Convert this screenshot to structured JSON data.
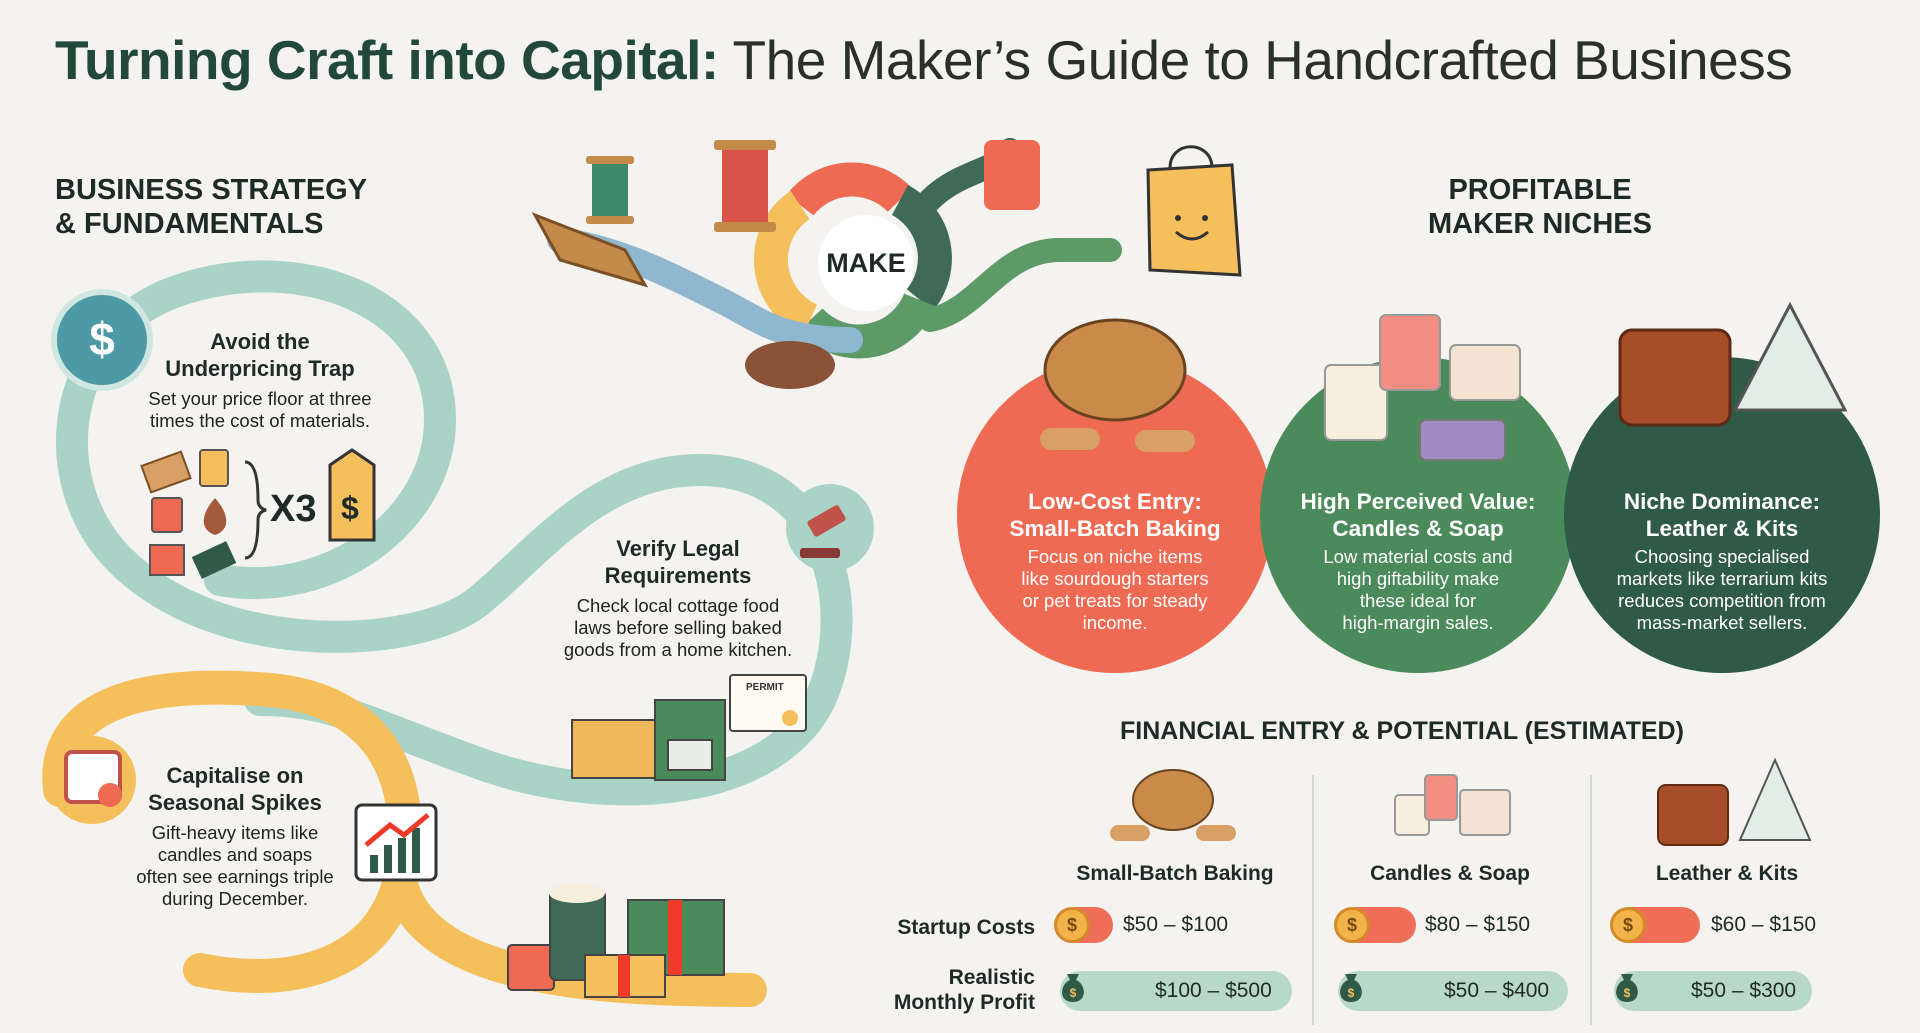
{
  "title": {
    "bold": "Turning Craft into Capital:",
    "rest": "The Maker’s Guide to Handcrafted Business"
  },
  "strategy": {
    "heading_line1": "BUSINESS STRATEGY",
    "heading_line2": "& FUNDAMENTALS",
    "cards": [
      {
        "title_line1": "Avoid the",
        "title_line2": "Underpricing Trap",
        "body_line1": "Set your price floor at three",
        "body_line2": "times the cost of materials.",
        "multiplier": "X3"
      },
      {
        "title_line1": "Verify Legal",
        "title_line2": "Requirements",
        "body_line1": "Check local cottage food",
        "body_line2": "laws before selling baked",
        "body_line3": "goods from a home kitchen.",
        "permit": "PERMIT"
      },
      {
        "title_line1": "Capitalise on",
        "title_line2": "Seasonal Spikes",
        "body_line1": "Gift-heavy items like",
        "body_line2": "candles and soaps",
        "body_line3": "often see earnings triple",
        "body_line4": "during December."
      }
    ]
  },
  "cycle": {
    "label": "MAKE"
  },
  "niches": {
    "heading_line1": "PROFITABLE",
    "heading_line2": "MAKER NICHES",
    "items": [
      {
        "title_line1": "Low-Cost Entry:",
        "title_line2": "Small-Batch Baking",
        "body_line1": "Focus on niche items",
        "body_line2": "like sourdough starters",
        "body_line3": "or pet treats for steady",
        "body_line4": "income."
      },
      {
        "title_line1": "High Perceived Value:",
        "title_line2": "Candles & Soap",
        "body_line1": "Low material costs and",
        "body_line2": "high giftability make",
        "body_line3": "these ideal for",
        "body_line4": "high-margin sales."
      },
      {
        "title_line1": "Niche Dominance:",
        "title_line2": "Leather & Kits",
        "body_line1": "Choosing specialised",
        "body_line2": "markets like terrarium kits",
        "body_line3": "reduces competition from",
        "body_line4": "mass-market sellers."
      }
    ]
  },
  "financial": {
    "heading": "FINANCIAL ENTRY & POTENTIAL (ESTIMATED)",
    "row_startup": "Startup Costs",
    "row_profit_line1": "Realistic",
    "row_profit_line2": "Monthly Profit",
    "columns": [
      {
        "name": "Small-Batch Baking",
        "startup": "$50 – $100",
        "profit": "$100 – $500"
      },
      {
        "name": "Candles & Soap",
        "startup": "$80 – $150",
        "profit": "$50 – $400"
      },
      {
        "name": "Leather & Kits",
        "startup": "$60 – $150",
        "profit": "$50 – $300"
      }
    ]
  },
  "colors": {
    "teal": "#a9d3c6",
    "orange": "#f5bf5c",
    "coral": "#ef6a52",
    "green": "#4b8a5a",
    "dark_green": "#2f5a48"
  }
}
